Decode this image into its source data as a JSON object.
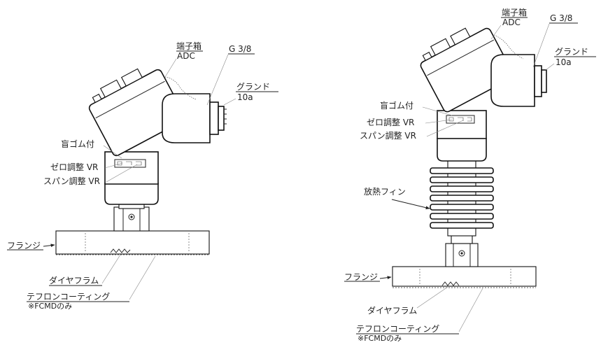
{
  "labels": {
    "terminal_box": "端子箱",
    "adc": "ADC",
    "g38": "G 3/8",
    "gland": "グランド",
    "gland_size": "10a",
    "rubber_blind": "盲ゴム付",
    "zero_vr": "ゼロ調整 VR",
    "span_vr": "スパン調整 VR",
    "flange": "フランジ",
    "diaphragm": "ダイヤフラム",
    "teflon": "テフロンコーティング",
    "fcmd_only": "※FCMDのみ",
    "cooling_fin": "放熱フィン"
  },
  "icons": [
    "arrow-marker"
  ]
}
